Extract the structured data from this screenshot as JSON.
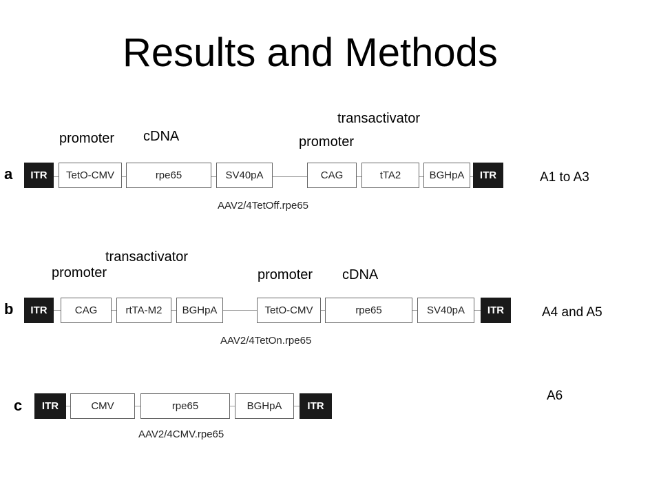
{
  "title": "Results and Methods",
  "row_a": {
    "letter": "a",
    "labels": {
      "promoter1": "promoter",
      "cdna": "cDNA",
      "transactivator": "transactivator",
      "promoter2": "promoter"
    },
    "boxes": [
      "ITR",
      "TetO-CMV",
      "rpe65",
      "SV40pA",
      "CAG",
      "tTA2",
      "BGHpA",
      "ITR"
    ],
    "construct": "AAV2/4TetOff.rpe65",
    "side": "A1 to A3"
  },
  "row_b": {
    "letter": "b",
    "labels": {
      "transactivator": "transactivator",
      "promoter1": "promoter",
      "promoter2": "promoter",
      "cdna": "cDNA"
    },
    "boxes": [
      "ITR",
      "CAG",
      "rtTA-M2",
      "BGHpA",
      "TetO-CMV",
      "rpe65",
      "SV40pA",
      "ITR"
    ],
    "construct": "AAV2/4TetOn.rpe65",
    "side": "A4 and A5"
  },
  "row_c": {
    "letter": "c",
    "boxes": [
      "ITR",
      "CMV",
      "rpe65",
      "BGHpA",
      "ITR"
    ],
    "construct": "AAV2/4CMV.rpe65",
    "side": "A6"
  }
}
